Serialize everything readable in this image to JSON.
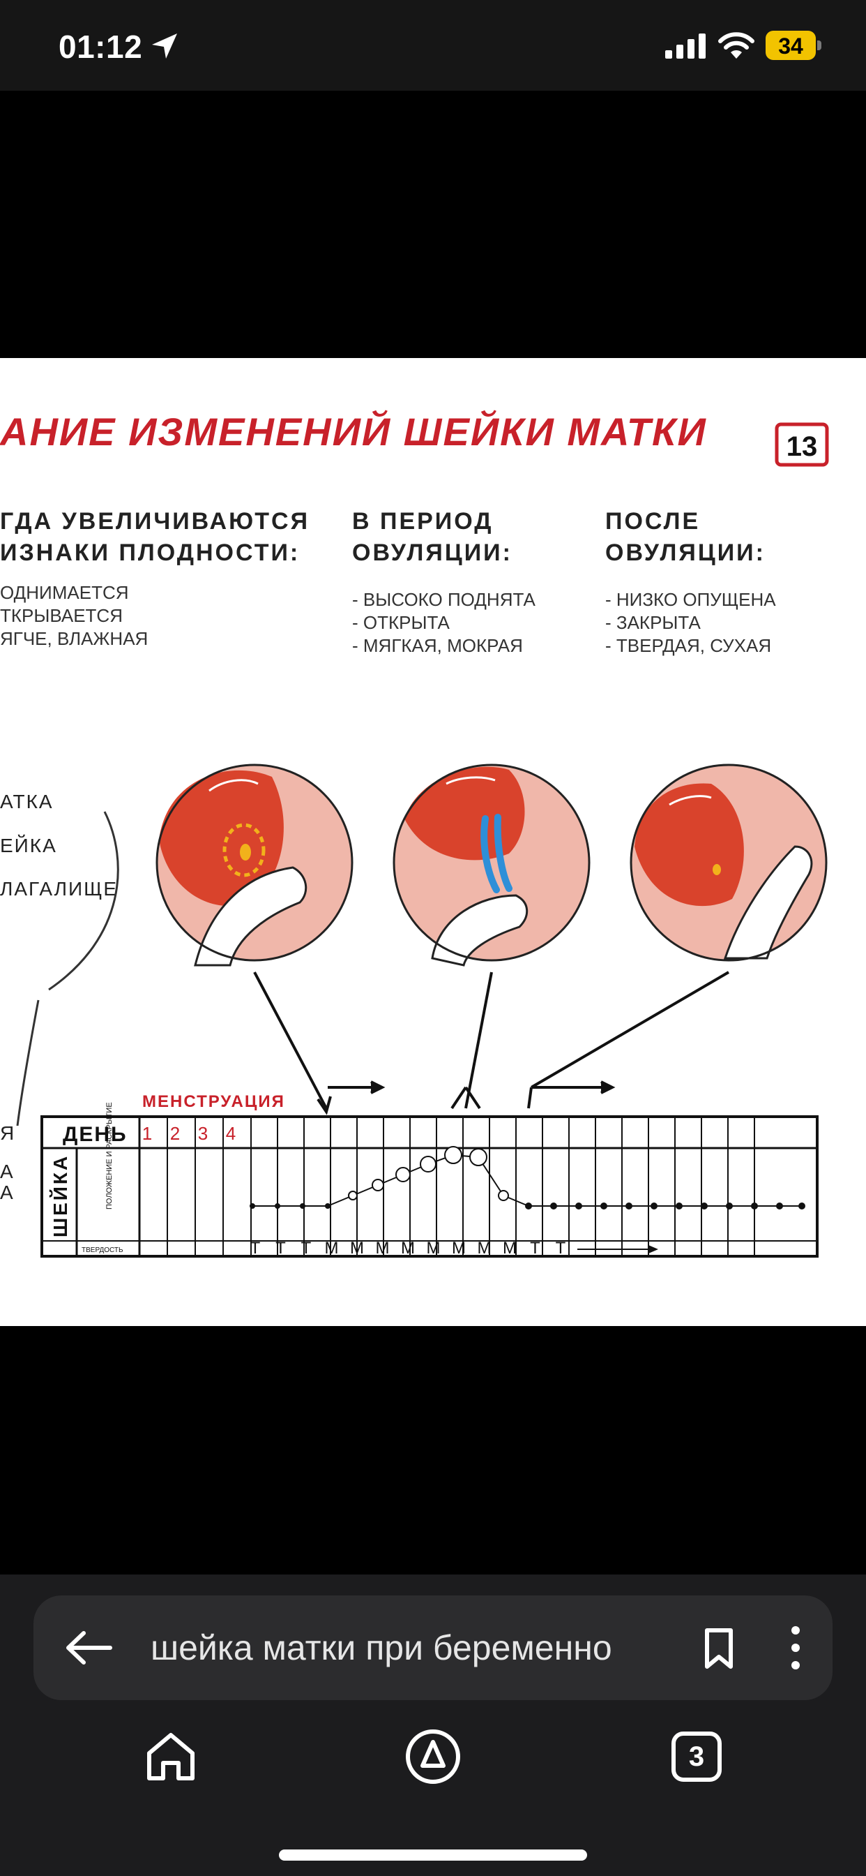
{
  "status_bar": {
    "time": "01:12",
    "battery": "34",
    "icons": [
      "location-arrow-icon",
      "cellular-signal-icon",
      "wifi-icon",
      "battery-icon"
    ]
  },
  "image": {
    "title": "АНИЕ ИЗМЕНЕНИЙ ШЕЙКИ МАТКИ",
    "page_number": "13",
    "columns": [
      {
        "heading": [
          "ГДА УВЕЛИЧИВАЮТСЯ",
          "ИЗНАКИ ПЛОДНОСТИ:"
        ],
        "items": [
          "ОДНИМАЕТСЯ",
          "ТКРЫВАЕТСЯ",
          "ЯГЧЕ, ВЛАЖНАЯ"
        ]
      },
      {
        "heading": [
          "В ПЕРИОД",
          "ОВУЛЯЦИИ:"
        ],
        "items": [
          "- ВЫСОКО ПОДНЯТА",
          "- ОТКРЫТА",
          "- МЯГКАЯ, МОКРАЯ"
        ]
      },
      {
        "heading": [
          "ПОСЛЕ",
          "ОВУЛЯЦИИ:"
        ],
        "items": [
          "- НИЗКО ОПУЩЕНА",
          "- ЗАКРЫТА",
          "- ТВЕРДАЯ, СУХАЯ"
        ]
      }
    ],
    "anatomy_labels": [
      "АТКА",
      "ЕЙКА",
      "ЛАГАЛИЩЕ"
    ],
    "side_fragments": [
      "Я",
      "А",
      "А"
    ],
    "chart": {
      "menstruation_label": "МЕНСТРУАЦИЯ",
      "day_label": "ДЕНЬ",
      "day_numbers": [
        "1",
        "2",
        "3",
        "4"
      ],
      "row_label": "ШЕЙКА",
      "position_label": "ПОЛОЖЕНИЕ И РАСКРЫТИЕ",
      "firmness_label": "ТВЕРДОСТЬ",
      "firmness_codes": [
        "Т",
        "Т",
        "Т",
        "М",
        "М",
        "М",
        "М",
        "М",
        "М",
        "М",
        "М",
        "Т",
        "Т"
      ],
      "colors": {
        "title_red": "#c8212a",
        "uterus_red": "#d9432c",
        "tissue_pink": "#f0b7aa",
        "mucus_blue": "#2e8fd8",
        "opening_yellow": "#f2b21b"
      }
    }
  },
  "browser": {
    "address_text": "шейка матки при беременно",
    "tabs_count": "3",
    "icons": [
      "back-arrow-icon",
      "bookmark-icon",
      "more-vertical-icon",
      "home-icon",
      "alice-assistant-icon",
      "tabs-icon"
    ]
  }
}
